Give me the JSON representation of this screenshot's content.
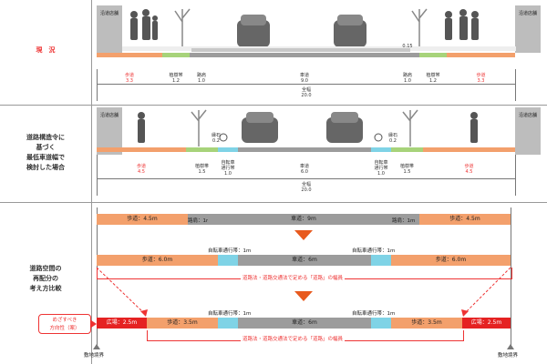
{
  "sections": {
    "current": {
      "label": "現　況"
    },
    "minimum": {
      "label": "道路構造令に\n基づく\n最低車道幅で\n検討した場合"
    },
    "compare": {
      "label": "道路空間の\n再配分の\n考え方比較"
    }
  },
  "shop_label": "沿道店舗",
  "current_dims": {
    "sidewalk_l": "歩道",
    "sidewalk_l_v": "3.3",
    "plant_l": "植樹帯",
    "plant_l_v": "1.2",
    "shoulder_l": "路肩",
    "shoulder_l_v": "1.0",
    "road": "車道",
    "road_v": "9.0",
    "shoulder_r": "路肩",
    "shoulder_r_v": "1.0",
    "plant_r": "植樹帯",
    "plant_r_v": "1.2",
    "sidewalk_r": "歩道",
    "sidewalk_r_v": "3.3",
    "total": "全幅",
    "total_v": "20.0",
    "curb": "0.15"
  },
  "min_dims": {
    "sidewalk_l": "歩道",
    "sidewalk_l_v": "4.5",
    "plant_l": "植樹帯",
    "plant_l_v": "1.5",
    "bike_l": "自転車\n通行帯",
    "bike_l_v": "1.0",
    "road": "車道",
    "road_v": "6.0",
    "bike_r": "自転車\n通行帯",
    "bike_r_v": "1.0",
    "plant_r": "植樹帯",
    "plant_r_v": "1.5",
    "sidewalk_r": "歩道",
    "sidewalk_r_v": "4.5",
    "total": "全幅",
    "total_v": "20.0",
    "curb_l": "縁石",
    "curb_r": "縁石",
    "curb_l_v": "0.2",
    "curb_r_v": "0.2"
  },
  "compare": {
    "row1": [
      "歩道：4.5m",
      "路肩：1m",
      "車道：9m",
      "路肩：1m",
      "歩道：4.5m"
    ],
    "row2_bike_l": "自転車通行帯：1m",
    "row2_bike_r": "自転車通行帯：1m",
    "row2": [
      "歩道：6.0m",
      "車道：6m",
      "歩道：6.0m"
    ],
    "caption": "道路法・道路交通法で定める「道路」の幅員",
    "row3_bike_l": "自転車通行帯：1m",
    "row3_bike_r": "自転車通行帯：1m",
    "row3": [
      "広場：2.5m",
      "歩道：3.5m",
      "車道：6m",
      "歩道：3.5m",
      "広場：2.5m"
    ],
    "boundary_l": "敷地境界",
    "boundary_r": "敷地境界",
    "aim": "めざすべき\n方向性（案）"
  },
  "colors": {
    "sidewalk": "#f3a06c",
    "plant": "#a7d37a",
    "road": "#9c9c9c",
    "bike": "#7fd3e6",
    "plaza": "#e52222"
  }
}
